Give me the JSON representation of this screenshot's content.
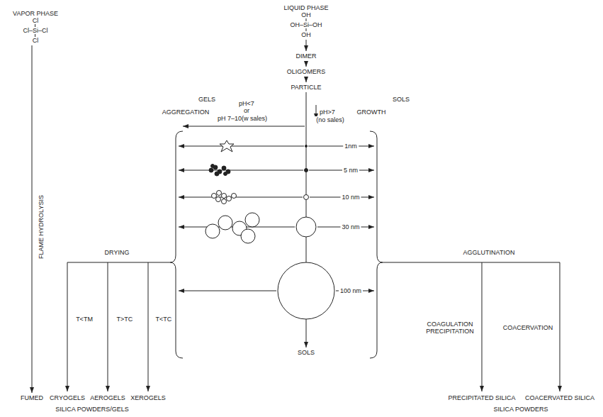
{
  "diagram": {
    "nodes": [
      {
        "text": [
          "VAPOR PHASE",
          "Cl",
          "Cl–Si–Cl",
          "Cl"
        ]
      },
      {
        "text": [
          "LIQUID PHASE",
          "OH",
          "OH–Si–OH",
          "OH"
        ]
      },
      {
        "text": [
          "DIMER"
        ]
      },
      {
        "text": [
          "OLIGOMERS"
        ]
      },
      {
        "text": [
          "PARTICLE"
        ]
      },
      {
        "text": [
          "FUMED"
        ]
      },
      {
        "text": [
          "CRYOGELS"
        ]
      },
      {
        "text": [
          "AEROGELS"
        ]
      },
      {
        "text": [
          "XEROGELS"
        ]
      },
      {
        "text": [
          "SOLS"
        ]
      },
      {
        "text": [
          "PRECIPITATED SILICA"
        ]
      },
      {
        "text": [
          "COACERVATED SILICA"
        ]
      }
    ],
    "edges": [
      {
        "from": 0,
        "to": 5,
        "arrow": "to",
        "label": "FLAME HYDROLYSIS"
      },
      {
        "from": 1,
        "to": 2,
        "arrow": "to"
      },
      {
        "from": 2,
        "to": 3,
        "arrow": "to"
      },
      {
        "from": 3,
        "to": 4,
        "arrow": "to"
      },
      {
        "from": 4,
        "to": 9,
        "arrow": "to"
      }
    ],
    "labels": [
      "GELS",
      "SOLS",
      "AGGREGATION",
      "pH<7",
      "or",
      "pH 7–10(w sales)",
      "pH>7",
      "(no sales)",
      "GROWTH",
      "1nm",
      "5 nm",
      "10 nm",
      "30 nm",
      "100 nm",
      "DRYING",
      "T<TM",
      "T>TC",
      "T<TC",
      "AGGLUTINATION",
      "COAGULATION PRECIPITATION",
      "COACERVATION",
      "SILICA POWDERS/GELS",
      "SILICA POWDERS"
    ]
  }
}
